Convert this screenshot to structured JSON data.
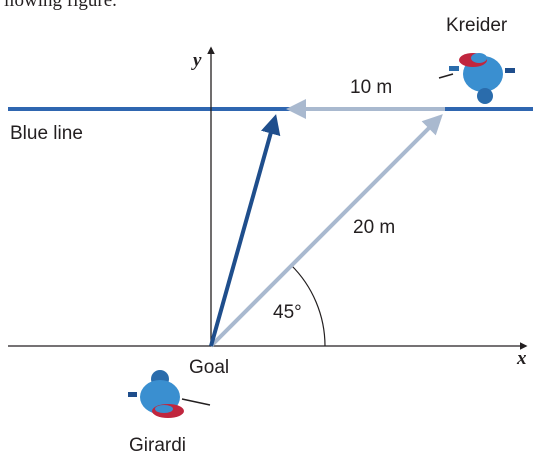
{
  "caption_fragment": "llowing figure.",
  "axes": {
    "x_label": "x",
    "y_label": "y"
  },
  "blue_line": {
    "label": "Blue line"
  },
  "players": {
    "top": "Kreider",
    "bottom": "Girardi"
  },
  "origin_label": "Goal",
  "vectors": {
    "horizontal_label": "10 m",
    "diagonal_label": "20 m",
    "angle_label": "45°"
  },
  "colors": {
    "blue_line": "#2f66b0",
    "resultant": "#1f4e8c",
    "light_vector": "#a9b9cf",
    "text": "#231f20",
    "jersey_blue": "#3a8fd0",
    "jersey_red": "#c0263e"
  }
}
